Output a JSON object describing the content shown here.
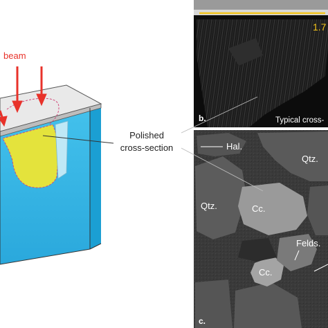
{
  "schematic": {
    "beam_label": "beam",
    "callout_label_line1": "Polished",
    "callout_label_line2": "cross-section"
  },
  "panel_b": {
    "letter": "b.",
    "scale_value": "1.7",
    "caption": "Typical cross-"
  },
  "panel_c": {
    "letter": "c.",
    "labels": {
      "hal": "Hal.",
      "qtz_top": "Qtz.",
      "qtz_left": "Qtz.",
      "cc_center": "Cc.",
      "felds": "Felds.",
      "cc_lower": "Cc."
    }
  },
  "colors": {
    "beam_arrow": "#e8322a",
    "block_face": "#35b7e6",
    "block_side": "#1b9fd3",
    "block_top": "#ececec",
    "trench_fill": "#e4e33c",
    "scale_bar": "#f3c31a"
  }
}
